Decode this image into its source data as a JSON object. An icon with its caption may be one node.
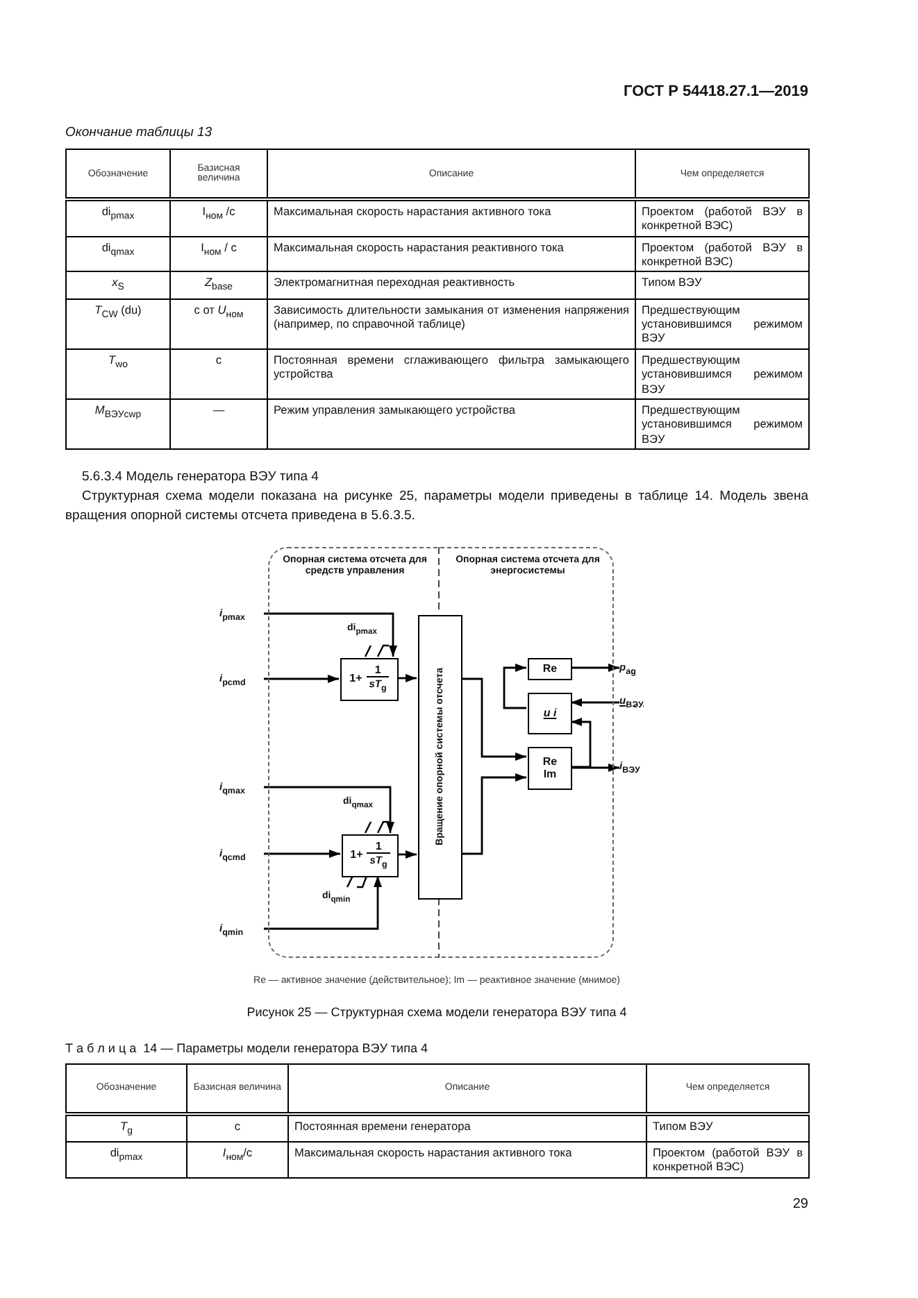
{
  "diagram": {
    "caption": "Рисунок 25 — Структурная схема модели генератора ВЭУ типа 4",
    "nodes": [
      {
        "text": [
          "Опорная система отсчета для средств управления",
          "Опорная система отсчета для энергосистемы"
        ]
      },
      {
        "text": [
          "*i*$_{pmax}$"
        ]
      },
      {
        "text": [
          "*i*$_{pcmd}$"
        ]
      },
      {
        "text": [
          "*i*$_{qmax}$"
        ]
      },
      {
        "text": [
          "*i*$_{qcmd}$"
        ]
      },
      {
        "text": [
          "*i*$_{qmin}$"
        ]
      },
      {
        "text": [
          "1+",
          "1",
          "*sT*$_{g}$"
        ],
        "in": 0
      },
      {
        "text": [
          "1+",
          "1",
          "*sT*$_{g}$"
        ],
        "in": 0
      },
      {
        "text": [
          "Вращение опорной системы отсчета"
        ],
        "in": 0
      },
      {
        "text": [
          "Re"
        ],
        "in": 0
      },
      {
        "text": [
          "u i"
        ],
        "in": 0
      },
      {
        "text": [
          "Re",
          "Im"
        ],
        "in": 0
      },
      {
        "text": [
          "*p*$_{ag}$"
        ]
      },
      {
        "text": [
          "*u*$_{ВЭУ}$"
        ]
      },
      {
        "text": [
          "*i*$_{ВЭУ}$"
        ]
      }
    ],
    "edges": [
      {
        "from": 1,
        "to": 6,
        "arrow": "to"
      },
      {
        "from": 2,
        "to": 6,
        "arrow": "to"
      },
      {
        "from": 6,
        "to": 8,
        "arrow": "to"
      },
      {
        "from": 3,
        "to": 7,
        "arrow": "to"
      },
      {
        "from": 4,
        "to": 7,
        "arrow": "to"
      },
      {
        "from": 5,
        "to": 7,
        "arrow": "to"
      },
      {
        "from": 7,
        "to": 8,
        "arrow": "to"
      },
      {
        "from": 8,
        "to": 11,
        "arrow": "to"
      },
      {
        "from": 8,
        "to": 11,
        "arrow": "to"
      },
      {
        "from": 11,
        "to": 14,
        "arrow": "to"
      },
      {
        "from": 11,
        "to": 10,
        "arrow": "to"
      },
      {
        "from": 13,
        "to": 10,
        "arrow": "to"
      },
      {
        "from": 10,
        "to": 9,
        "arrow": "to"
      },
      {
        "from": 9,
        "to": 12,
        "arrow": "to"
      }
    ],
    "labels": [
      "ГОСТ Р 54418.27.1—2019",
      "Окончание таблицы 13",
      "Обозначение",
      "Базисная величина",
      "Описание",
      "Чем определяется",
      "di$_{pmax}$",
      "I$_{ном}$ /с",
      "Максимальная скорость нарастания активного тока",
      "Проектом (работой ВЭУ в конкретной ВЭС)",
      "di$_{qmax}$",
      "I$_{ном}$ / с",
      "Максимальная скорость нарастания реактивного тока",
      "Проектом (работой ВЭУ в конкретной ВЭС)",
      "*x*$_{S}$",
      "*Z*$_{base}$",
      "Электромагнитная переходная реактивность",
      "Типом ВЭУ",
      "*T*$_{CW}$ (du)",
      "с от *U*$_{ном}$",
      "Зависимость длительности замыкания от изменения напряжения (например, по справочной таблице)",
      "Предшествующим установившимся режимом ВЭУ",
      "*T*$_{wo}$",
      "с",
      "Постоянная времени сглаживающего фильтра замыкающего устройства",
      "Предшествующим установившимся режимом ВЭУ",
      "*M*$_{ВЭУcwp}$",
      "—",
      "Режим управления замыкающего устройства",
      "Предшествующим установившимся режимом ВЭУ",
      "5.6.3.4 Модель генератора ВЭУ типа 4",
      "Структурная схема модели показана на рисунке 25, параметры модели приведены в таблице 14. Модель звена вращения опорной системы отсчета приведена в 5.6.3.5.",
      "di$_{pmax}$",
      "di$_{qmax}$",
      "di$_{qmin}$",
      "Re — активное значение (действительное); Im — реактивное значение (мнимое)",
      "Т а б л и ц а  14 — Параметры модели генератора ВЭУ типа 4",
      "Обозначение",
      "Базисная величина",
      "Описание",
      "Чем определяется",
      "*T*$_{g}$",
      "с",
      "Постоянная времени генератора",
      "Типом ВЭУ",
      "di$_{pmax}$",
      "*I*$_{ном}$/с",
      "Максимальная скорость нарастания активного тока",
      "Проектом (работой ВЭУ в конкретной ВЭС)",
      "29"
    ]
  }
}
